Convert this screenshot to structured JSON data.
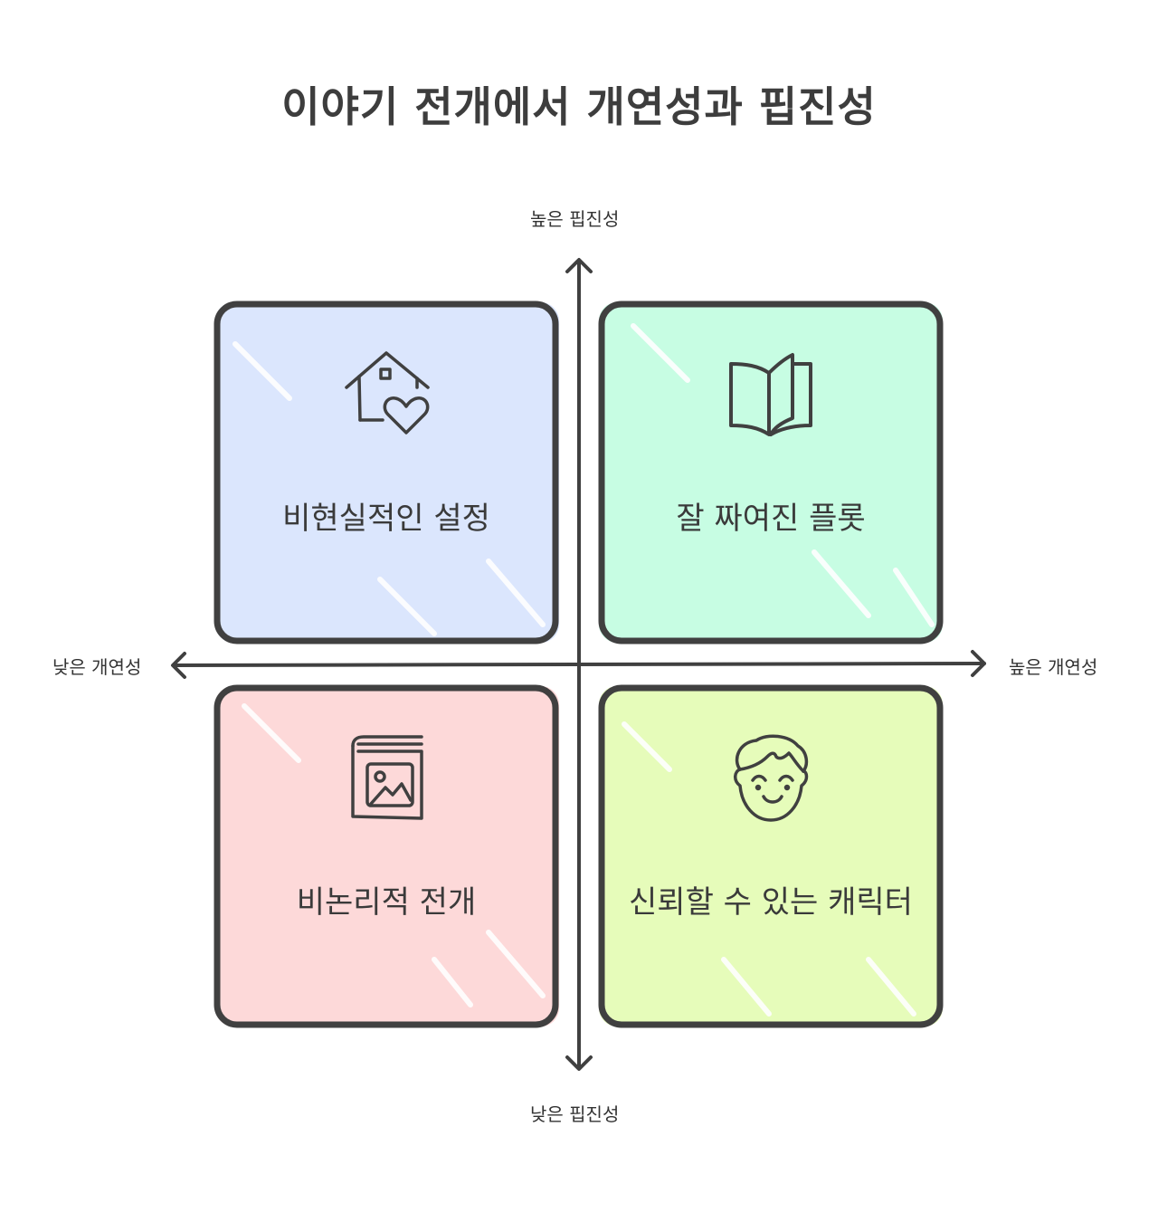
{
  "title": "이야기 전개에서 개연성과 핍진성",
  "axes": {
    "top": "높은 핍진성",
    "bottom": "낮은 핍진성",
    "left": "낮은 개연성",
    "right": "높은 개연성"
  },
  "colors": {
    "stroke": "#404040",
    "top_left_fill": "#dbe6fd",
    "top_right_fill": "#c7fde3",
    "bottom_left_fill": "#fdd9d9",
    "bottom_right_fill": "#e6fcba"
  },
  "quadrants": [
    {
      "position": "top-left",
      "label": "비현실적인 설정",
      "icon": "house-heart-icon"
    },
    {
      "position": "top-right",
      "label": "잘 짜여진 플롯",
      "icon": "open-book-icon"
    },
    {
      "position": "bottom-left",
      "label": "비논리적 전개",
      "icon": "picture-book-icon"
    },
    {
      "position": "bottom-right",
      "label": "신뢰할 수 있는 캐릭터",
      "icon": "smiling-face-icon"
    }
  ]
}
